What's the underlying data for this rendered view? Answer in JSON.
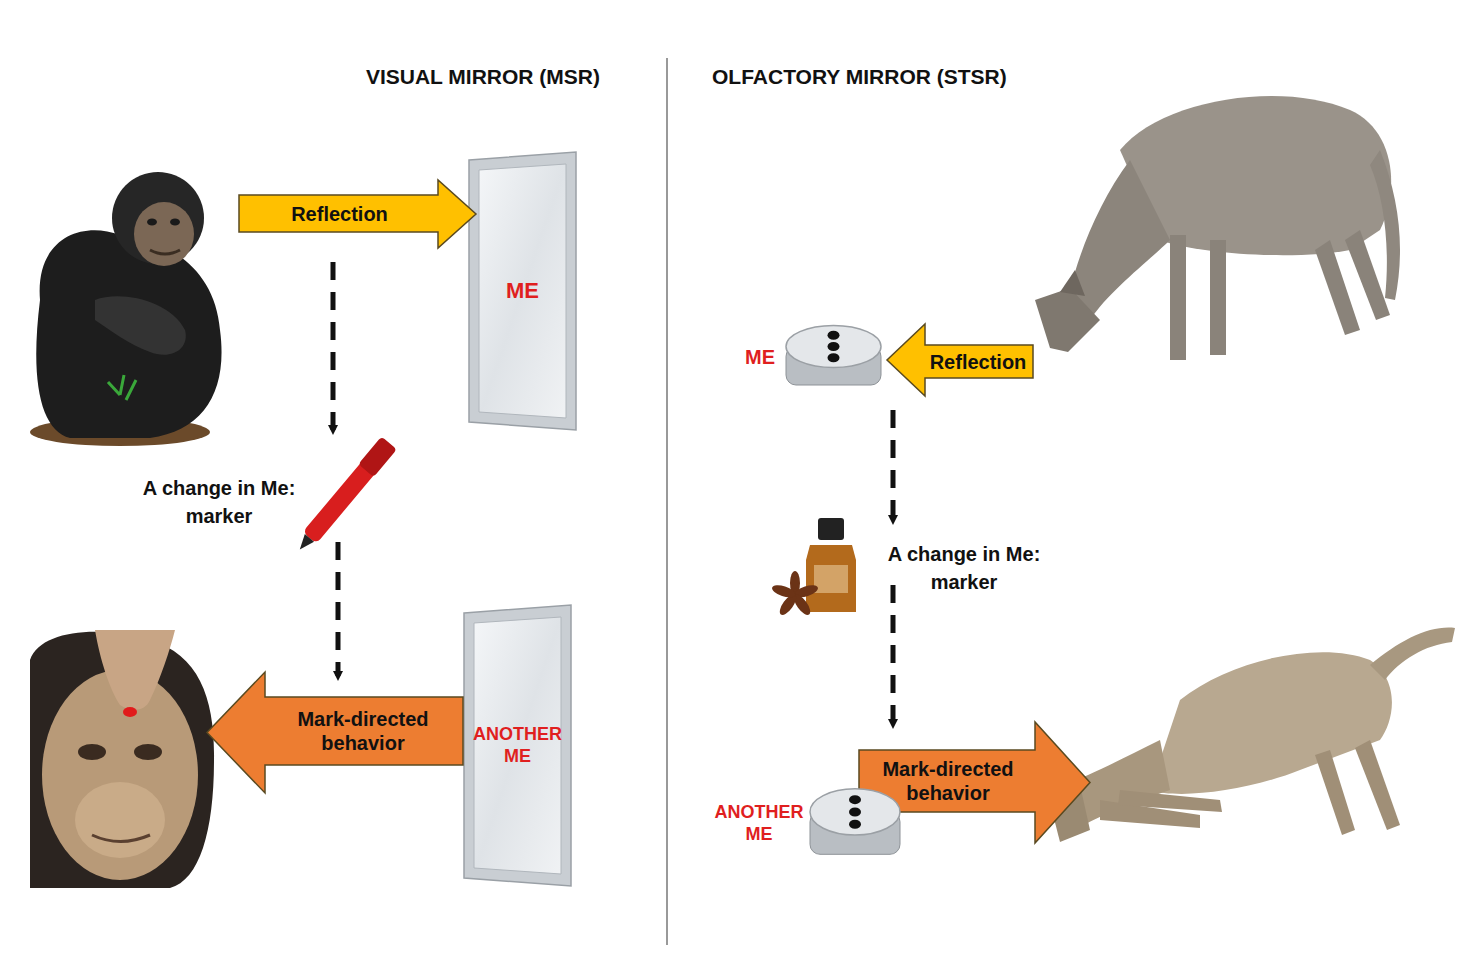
{
  "diagram": {
    "nodes": [
      {
        "text": [
          "ME"
        ]
      },
      {
        "text": [
          "ANOTHER ME"
        ]
      },
      {
        "text": [
          "Reflection"
        ]
      },
      {
        "text": [
          "Mark-directed behavior"
        ]
      },
      {
        "text": [
          "Reflection"
        ]
      },
      {
        "text": [
          "Mark-directed behavior"
        ]
      },
      {
        "text": [
          "ME"
        ]
      },
      {
        "text": [
          "ANOTHER ME"
        ]
      }
    ],
    "labels": [
      "VISUAL MIRROR (MSR)",
      "OLFACTORY MIRROR (STSR)",
      "A change in Me: marker",
      "A change in Me: marker"
    ]
  }
}
